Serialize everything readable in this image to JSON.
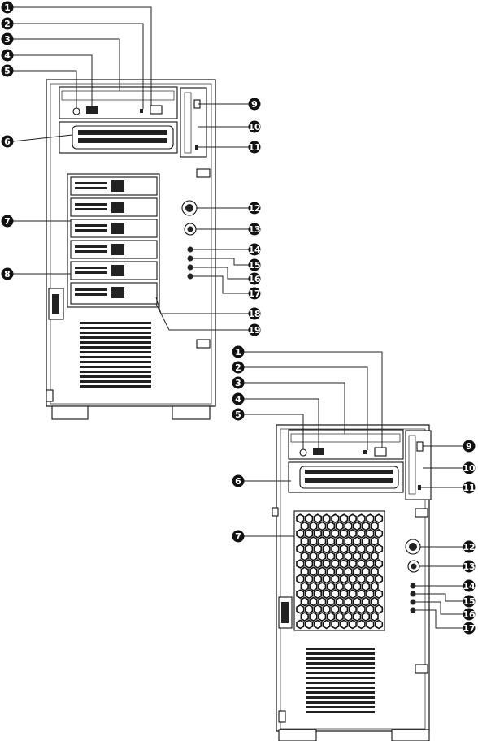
{
  "front_view_a": {
    "callouts": [
      "1",
      "2",
      "3",
      "4",
      "5",
      "6",
      "7",
      "8",
      "9",
      "10",
      "11",
      "12",
      "13",
      "14",
      "15",
      "16",
      "17",
      "18",
      "19"
    ]
  },
  "front_view_b": {
    "callouts": [
      "1",
      "2",
      "3",
      "4",
      "5",
      "6",
      "7",
      "9",
      "10",
      "11",
      "12",
      "13",
      "14",
      "15",
      "16",
      "17"
    ]
  }
}
